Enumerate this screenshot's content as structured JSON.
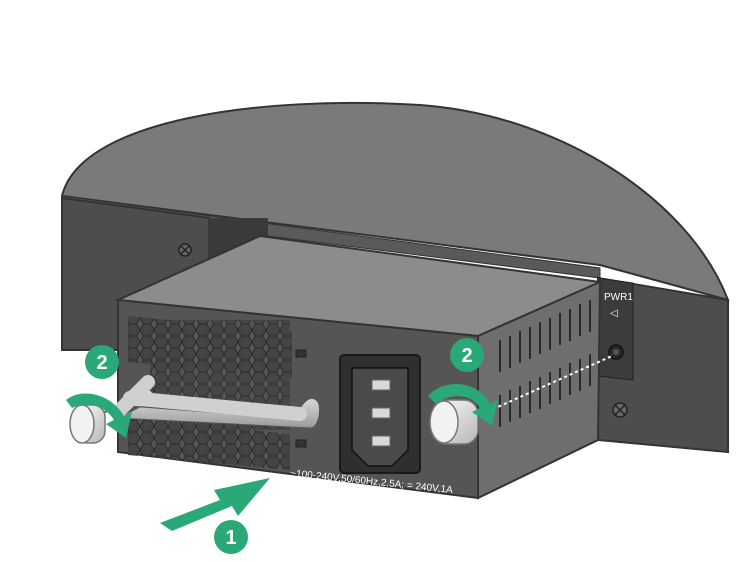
{
  "steps": [
    {
      "number": "1"
    },
    {
      "number": "2"
    }
  ],
  "labels": {
    "slot_label": "PWR1",
    "slot_arrow": "◁",
    "rating_text": "~100-240V,50/60Hz,2.5A; = 240V,1A"
  },
  "colors": {
    "step_green": "#2aa877",
    "chassis_dark": "#4d4d4d",
    "chassis_top": "#7a7a7a",
    "psu_top": "#8c8c8c",
    "psu_front": "#555555",
    "psu_side": "#6e6e6e"
  },
  "icons": [
    "green-insert-arrow-icon",
    "rotate-arrow-icon",
    "captive-screw-icon",
    "power-socket-icon",
    "vent-grid-icon",
    "hex-mesh-icon"
  ]
}
